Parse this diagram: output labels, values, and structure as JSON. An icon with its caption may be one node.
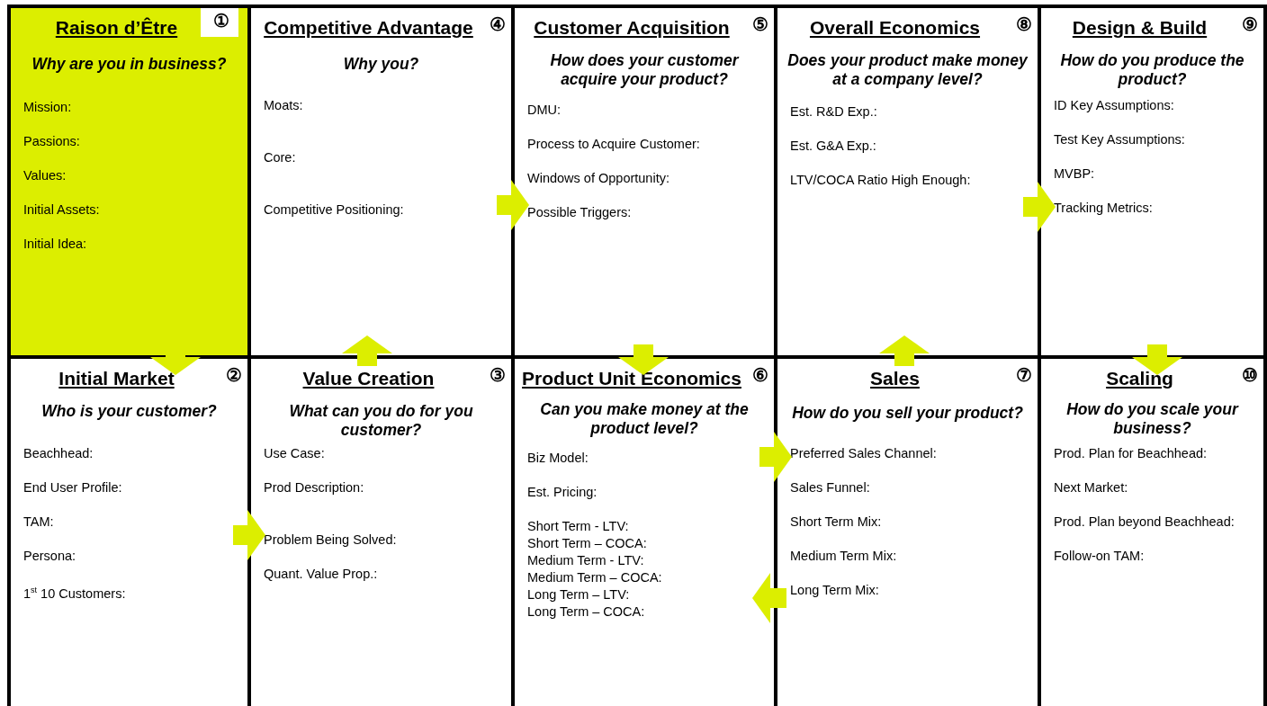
{
  "diagram": {
    "nodes": [
      {
        "text": [
          "Raison d’Être",
          "①",
          "Why are you in business?",
          "Mission:",
          "Passions:",
          "Values:",
          "Initial Assets:",
          "Initial Idea:"
        ]
      },
      {
        "text": [
          "Competitive Advantage",
          "④",
          "Why you?",
          "Moats:",
          "Core:",
          "Competitive Positioning:"
        ]
      },
      {
        "text": [
          "Customer Acquisition",
          "⑤",
          "How does your customer acquire your product?",
          "DMU:",
          "Process to Acquire Customer:",
          "Windows of Opportunity:",
          "Possible Triggers:"
        ]
      },
      {
        "text": [
          "Overall Economics",
          "⑧",
          "Does your product make money at a company level?",
          "Est. R&D Exp.:",
          "Est. G&A Exp.:",
          "LTV/COCA Ratio High Enough:"
        ]
      },
      {
        "text": [
          "Design & Build",
          "⑨",
          "How do you produce the product?",
          "ID Key Assumptions:",
          "Test Key Assumptions:",
          "MVBP:",
          "Tracking Metrics:"
        ]
      },
      {
        "text": [
          "Initial Market",
          "②",
          "Who is your customer?",
          "Beachhead:",
          "End User Profile:",
          "TAM:",
          "Persona:",
          "1$^{st}$ 10 Customers:"
        ]
      },
      {
        "text": [
          "Value Creation",
          "③",
          "What can you do for you customer?",
          "Use Case:",
          "Prod Description:",
          "Problem Being Solved:",
          "Quant. Value Prop.:"
        ]
      },
      {
        "text": [
          "Product Unit Economics",
          "⑥",
          "Can you make money at the product level?",
          "Biz Model:",
          "Est. Pricing:",
          "Short Term - LTV:",
          "Short Term – COCA:",
          "Medium Term - LTV:",
          "Medium Term – COCA:",
          "Long Term – LTV:",
          "Long Term – COCA:"
        ]
      },
      {
        "text": [
          "Sales",
          "⑦",
          "How do you sell your product?",
          "Preferred Sales Channel:",
          "Sales Funnel:",
          "Short Term Mix:",
          "Medium Term Mix:",
          "Long Term Mix:"
        ]
      },
      {
        "text": [
          "Scaling",
          "⑩",
          "How do you scale your business?",
          "Prod. Plan for Beachhead:",
          "Next Market:",
          "Prod. Plan beyond Beachhead:",
          "Follow-on TAM:"
        ]
      }
    ],
    "edges": [
      {
        "from": 0,
        "to": 5,
        "arrow": "to"
      },
      {
        "from": 5,
        "to": 6,
        "arrow": "to"
      },
      {
        "from": 6,
        "to": 1,
        "arrow": "to"
      },
      {
        "from": 1,
        "to": 2,
        "arrow": "to"
      },
      {
        "from": 2,
        "to": 7,
        "arrow": "to"
      },
      {
        "from": 7,
        "to": 8,
        "arrow": "to"
      },
      {
        "from": 8,
        "to": 7,
        "arrow": "to"
      },
      {
        "from": 8,
        "to": 3,
        "arrow": "to"
      },
      {
        "from": 3,
        "to": 4,
        "arrow": "to"
      },
      {
        "from": 4,
        "to": 9,
        "arrow": "to"
      }
    ]
  }
}
